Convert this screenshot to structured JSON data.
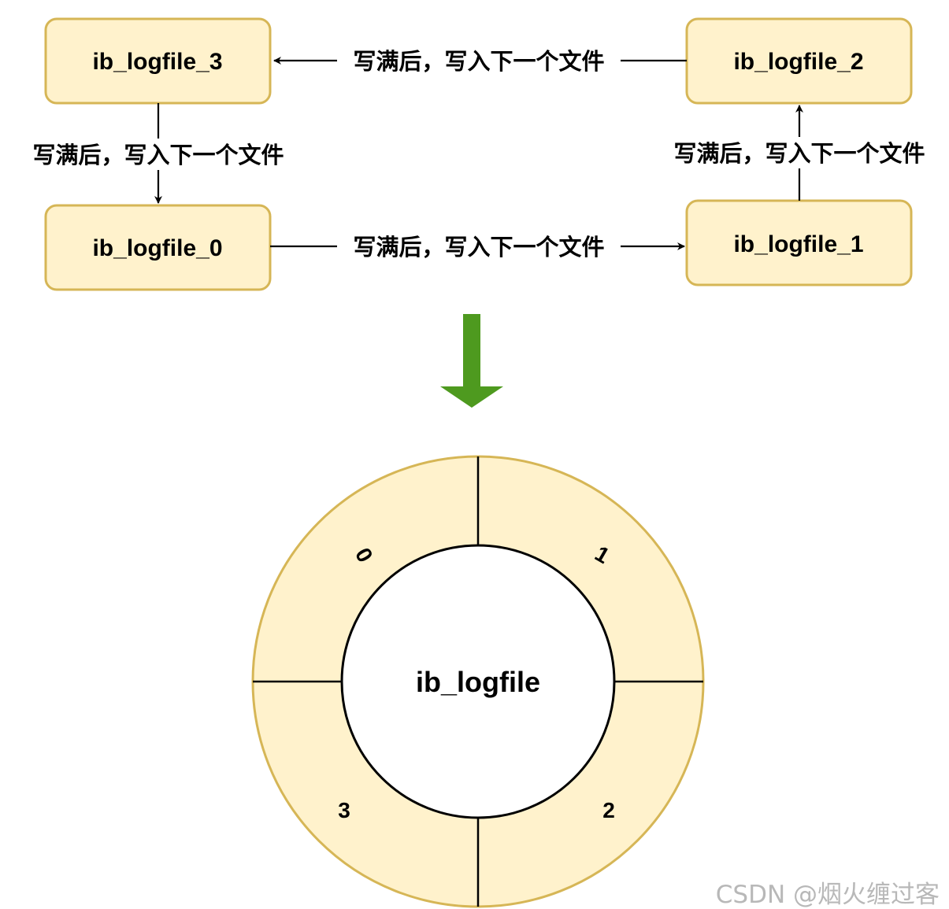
{
  "flow": {
    "nodes": {
      "file3": "ib_logfile_3",
      "file2": "ib_logfile_2",
      "file0": "ib_logfile_0",
      "file1": "ib_logfile_1"
    },
    "edges": {
      "f2_to_f3": "写满后，写入下一个文件",
      "f3_to_f0": "写满后，写入下一个文件",
      "f0_to_f1": "写满后，写入下一个文件",
      "f1_to_f2": "写满后，写入下一个文件"
    }
  },
  "ring": {
    "center": "ib_logfile",
    "segments": [
      "0",
      "1",
      "2",
      "3"
    ]
  },
  "watermark": "CSDN @烟火缠过客",
  "colors": {
    "node_fill": "#fff2cc",
    "node_stroke": "#d6b656",
    "edge": "#000000",
    "transition_arrow": "#4e9a1f"
  }
}
